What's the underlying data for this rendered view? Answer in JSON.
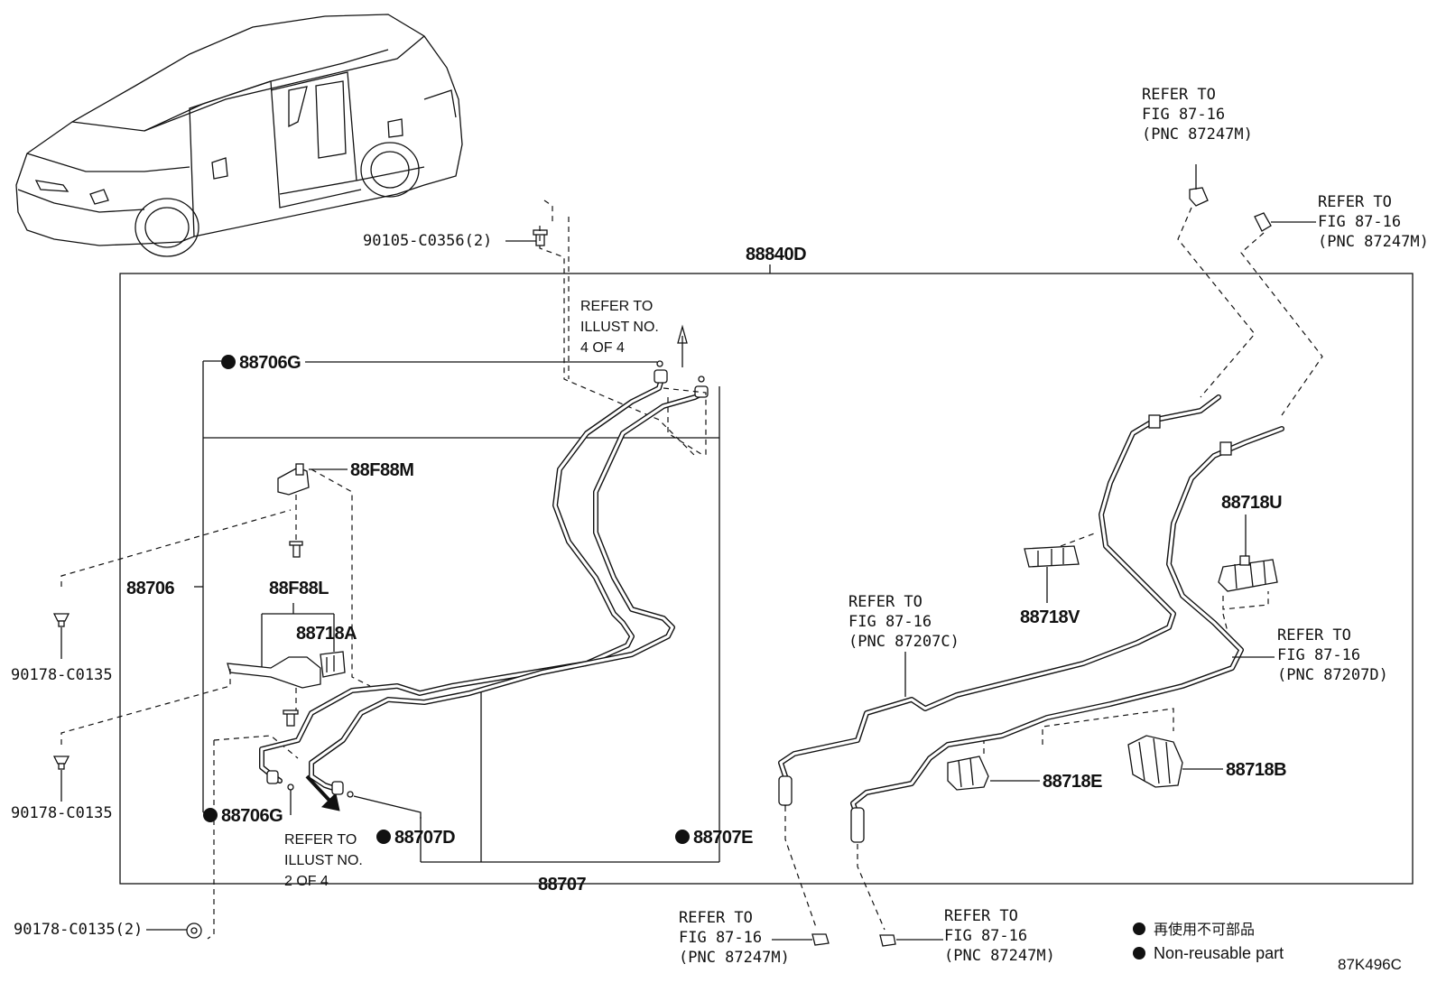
{
  "diagram_code": "87K496C",
  "assembly_label": "88840D",
  "labels": {
    "p_88706G_top": "88706G",
    "p_88706G_bot": "88706G",
    "p_88706": "88706",
    "p_88F88M": "88F88M",
    "p_88F88L": "88F88L",
    "p_88718A": "88718A",
    "p_88707D": "88707D",
    "p_88707E": "88707E",
    "p_88707": "88707",
    "p_88718V": "88718V",
    "p_88718U": "88718U",
    "p_88718E": "88718E",
    "p_88718B": "88718B",
    "bolt_top": "90105-C0356(2)",
    "clip_1": "90178-C0135",
    "clip_2": "90178-C0135",
    "clip_3": "90178-C0135(2)"
  },
  "refs": {
    "illust4": [
      "REFER TO",
      "ILLUST NO.",
      "4 OF 4"
    ],
    "illust2": [
      "REFER TO",
      "ILLUST NO.",
      "2 OF 4"
    ],
    "fig_top1": [
      "REFER TO",
      "FIG 87-16",
      "(PNC 87247M)"
    ],
    "fig_top2": [
      "REFER TO",
      "FIG 87-16",
      "(PNC 87247M)"
    ],
    "fig_207c": [
      "REFER TO",
      "FIG 87-16",
      "(PNC 87207C)"
    ],
    "fig_207d": [
      "REFER TO",
      "FIG 87-16",
      "(PNC 87207D)"
    ],
    "fig_bot1": [
      "REFER TO",
      "FIG 87-16",
      "(PNC 87247M)"
    ],
    "fig_bot2": [
      "REFER TO",
      "FIG 87-16",
      "(PNC 87247M)"
    ]
  },
  "legend": {
    "jp": "再使用不可部品",
    "en": "Non-reusable part"
  }
}
